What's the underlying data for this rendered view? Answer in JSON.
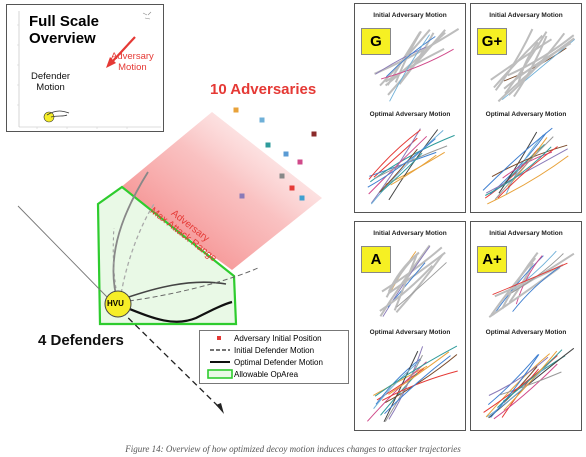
{
  "overview": {
    "title_line1": "Full Scale",
    "title_line2": "Overview",
    "adversary_line1": "Adversary",
    "adversary_line2": "Motion",
    "defender_line1": "Defender",
    "defender_line2": "Motion"
  },
  "main": {
    "adversaries_label": "10 Adversaries",
    "range_line1": "Adversary",
    "range_line2": "Max Attack Range",
    "hvu_label": "HVU",
    "defenders_label": "4 Defenders"
  },
  "legend": {
    "items": [
      {
        "label": "Adversary Initial Position"
      },
      {
        "label": "Initial Defender Motion"
      },
      {
        "label": "Optimal Defender Motion"
      },
      {
        "label": "Allowable OpArea"
      }
    ]
  },
  "panels": [
    {
      "badge": "G",
      "top_title": "Initial Adversary Motion",
      "bottom_title": "Optimal Adversary Motion"
    },
    {
      "badge": "G+",
      "top_title": "Initial Adversary Motion",
      "bottom_title": "Optimal Adversary Motion"
    },
    {
      "badge": "A",
      "top_title": "Initial Adversary Motion",
      "bottom_title": "Optimal Adversary Motion"
    },
    {
      "badge": "A+",
      "top_title": "Initial Adversary Motion",
      "bottom_title": "Optimal Adversary Motion"
    }
  ],
  "caption": "Figure 14: Overview of how optimized decoy motion induces changes to attacker trajectories",
  "colors": {
    "oparea_green": "#2ecc2e",
    "adversary_red": "#e53935",
    "hvu_yellow": "#f6ee27",
    "badge_yellow": "#f6f023"
  },
  "adversary_marker_colors": [
    "#e8a23a",
    "#6fb0d8",
    "#2e9b9b",
    "#8b2a2a",
    "#5a9bd4",
    "#d04a8a",
    "#e53935",
    "#3fa0d0",
    "#8a7ab8",
    "#888888"
  ],
  "trajectory_colors": [
    "#e53935",
    "#3f7fd0",
    "#2e9b9b",
    "#e8a23a",
    "#8a7ab8",
    "#444444",
    "#d04a8a",
    "#6fb0d8",
    "#7a4a2a",
    "#999999"
  ]
}
